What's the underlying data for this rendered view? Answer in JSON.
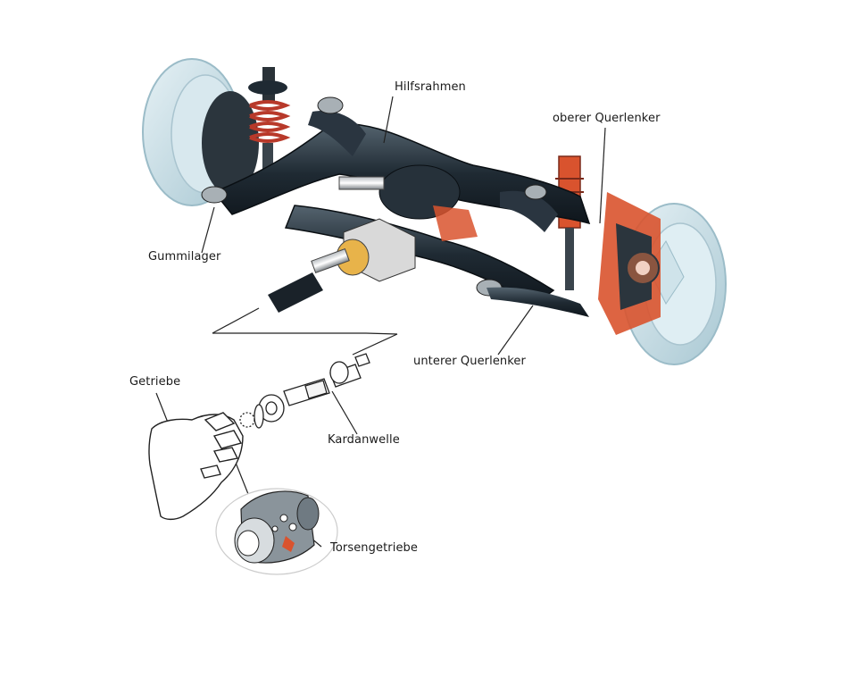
{
  "labels": {
    "subframe": "Hilfsrahmen",
    "upper_arm": "oberer Querlenker",
    "rubber_mount": "Gummilager",
    "lower_arm": "unterer Querlenker",
    "gearbox": "Getriebe",
    "prop_shaft": "Kardanwelle",
    "torsen": "Torsengetriebe"
  },
  "colors": {
    "frame": "#1f2a33",
    "frame_highlight": "#4a5a66",
    "wheel": "#cfe3ea",
    "wheel_edge": "#9bbcc8",
    "cutaway": "#d9532e",
    "spring": "#b8392a",
    "line": "#222222"
  }
}
